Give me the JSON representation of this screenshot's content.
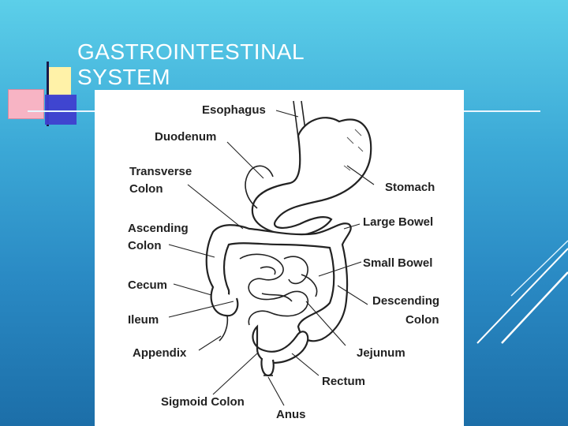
{
  "slide": {
    "title": "GASTROINTESTINAL\nSYSTEM"
  },
  "diagram": {
    "labels": {
      "esophagus": "Esophagus",
      "duodenum": "Duodenum",
      "transverse_colon_1": "Transverse",
      "transverse_colon_2": "Colon",
      "stomach": "Stomach",
      "ascending_colon_1": "Ascending",
      "ascending_colon_2": "Colon",
      "large_bowel": "Large Bowel",
      "small_bowel": "Small Bowel",
      "cecum": "Cecum",
      "descending_colon_1": "Descending",
      "descending_colon_2": "Colon",
      "ileum": "Ileum",
      "appendix": "Appendix",
      "jejunum": "Jejunum",
      "rectum": "Rectum",
      "sigmoid_colon": "Sigmoid Colon",
      "anus": "Anus"
    }
  },
  "colors": {
    "background_top": "#5ccfe9",
    "background_bottom": "#1c6ea8",
    "accent_yellow": "#fff2a8",
    "accent_pink": "#f7b4c4",
    "accent_blue": "#3f3fcf"
  }
}
